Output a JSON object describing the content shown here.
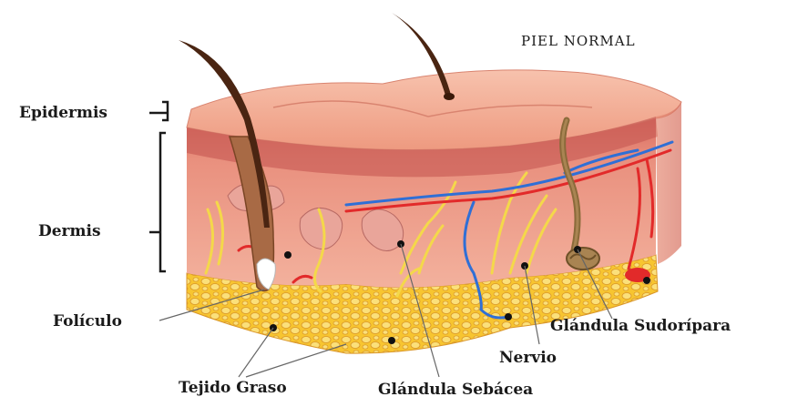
{
  "title": "PIEL NORMAL",
  "labels": {
    "epidermis": "Epidermis",
    "dermis": "Dermis",
    "foliculo": "Folículo",
    "tejido_graso": "Tejido Graso",
    "glandula_sebacea": "Glándula Sebácea",
    "nervio": "Nervio",
    "glandula_sudoripara": "Glándula Sudorípara"
  },
  "colors": {
    "epidermis": "#f0a78f",
    "dermis": "#e98a78",
    "fat": "#f6c92e",
    "hair": "#4a2512",
    "artery": "#e22a2a",
    "vein": "#2f6fd6",
    "nerve": "#f4d84a"
  }
}
